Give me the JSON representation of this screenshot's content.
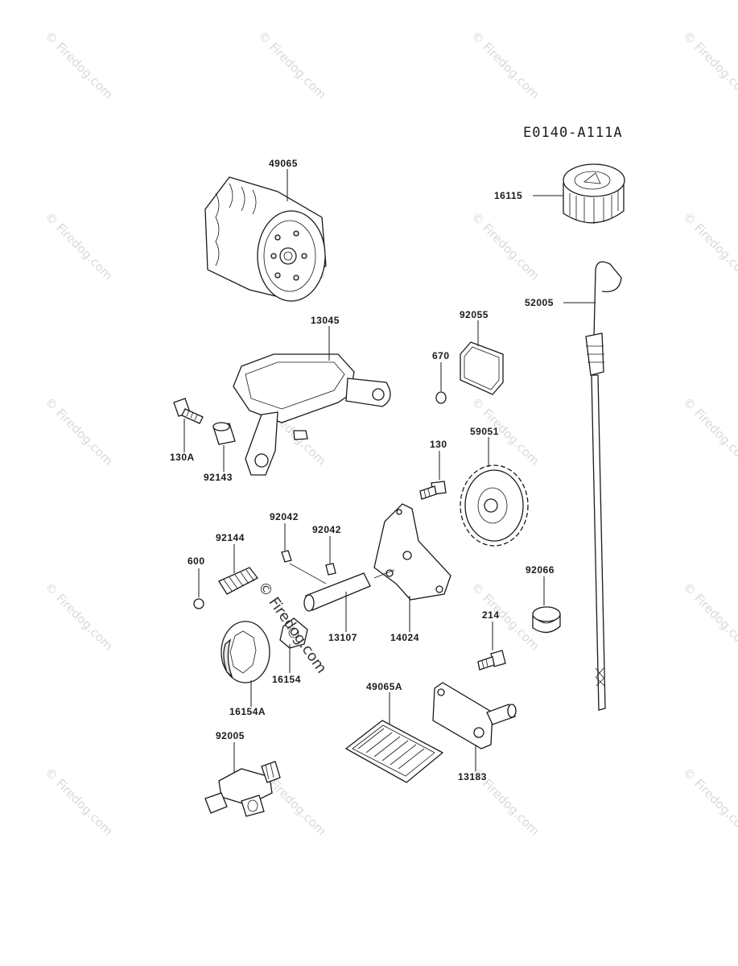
{
  "diagram_code": "E0140-A111A",
  "watermark": "© Firedog.com",
  "parts": [
    {
      "id": "p49065",
      "number": "49065"
    },
    {
      "id": "p16115",
      "number": "16115"
    },
    {
      "id": "p52005",
      "number": "52005"
    },
    {
      "id": "p13045",
      "number": "13045"
    },
    {
      "id": "p92055",
      "number": "92055"
    },
    {
      "id": "p670",
      "number": "670"
    },
    {
      "id": "p130A",
      "number": "130A"
    },
    {
      "id": "p92143",
      "number": "92143"
    },
    {
      "id": "p130",
      "number": "130"
    },
    {
      "id": "p59051",
      "number": "59051"
    },
    {
      "id": "p92042a",
      "number": "92042"
    },
    {
      "id": "p92042b",
      "number": "92042"
    },
    {
      "id": "p92144",
      "number": "92144"
    },
    {
      "id": "p600",
      "number": "600"
    },
    {
      "id": "p92066",
      "number": "92066"
    },
    {
      "id": "p13107",
      "number": "13107"
    },
    {
      "id": "p14024",
      "number": "14024"
    },
    {
      "id": "p214",
      "number": "214"
    },
    {
      "id": "p16154",
      "number": "16154"
    },
    {
      "id": "p16154A",
      "number": "16154A"
    },
    {
      "id": "p49065A",
      "number": "49065A"
    },
    {
      "id": "p92005",
      "number": "92005"
    },
    {
      "id": "p13183",
      "number": "13183"
    }
  ]
}
